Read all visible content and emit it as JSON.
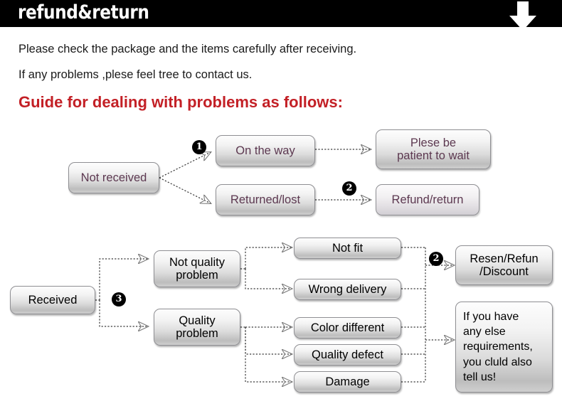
{
  "header": {
    "title": "refund&return",
    "arrow_icon": "arrow-down-icon",
    "background": "#000000",
    "text_color": "#ffffff"
  },
  "intro": {
    "line1": "Please check the package and the items carefully after receiving.",
    "line2": "If any problems ,plese feel tree to contact us.",
    "heading": "Guide for dealing with problems as follows:",
    "heading_color": "#c32026"
  },
  "flow": {
    "accent_text_color": "#5c3850",
    "node_border_color": "#8f8f93",
    "badges": [
      {
        "label": "❶",
        "number": "1"
      },
      {
        "label": "❷",
        "number": "2"
      },
      {
        "label": "❸",
        "number": "3"
      },
      {
        "label": "❷",
        "number": "2"
      }
    ],
    "section_not_received": {
      "source": "Not received",
      "branch_top": "On the way",
      "branch_bottom": "Returned/lost",
      "result_top": "Plese be\npatient to wait",
      "result_top_line1": "Plese be",
      "result_top_line2": "patient to wait",
      "result_bottom": "Refund/return"
    },
    "section_received": {
      "source": "Received",
      "branch_top_line1": "Not quality",
      "branch_top_line2": "problem",
      "branch_bottom_line1": "Quality",
      "branch_bottom_line2": "problem",
      "issues": [
        "Not fit",
        "Wrong delivery",
        "Color different",
        "Quality defect",
        "Damage"
      ],
      "result_top_line1": "Resen/Refun",
      "result_top_line2": "/Discount",
      "note_lines": [
        "If you have",
        "any else",
        "requirements,",
        "you cluld also",
        "tell us!"
      ]
    }
  }
}
